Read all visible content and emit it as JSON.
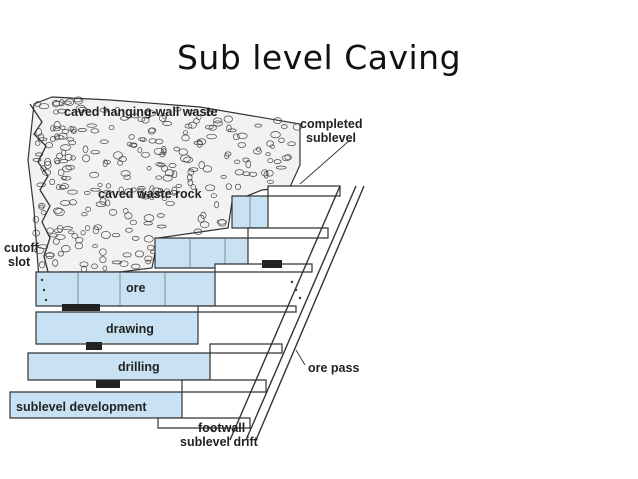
{
  "title": "Sub level Caving",
  "labels": {
    "caved_hanging_wall_waste": "caved hanging-wall waste",
    "completed_sublevel_line1": "completed",
    "completed_sublevel_line2": "sublevel",
    "caved_waste_rock": "caved waste rock",
    "cutoff_slot_line1": "cutoff",
    "cutoff_slot_line2": "slot",
    "ore": "ore",
    "drawing": "drawing",
    "drilling": "drilling",
    "ore_pass": "ore pass",
    "sublevel_development": "sublevel development",
    "footwall_sublevel_drift_line1": "footwall",
    "footwall_sublevel_drift_line2": "sublevel drift"
  },
  "colors": {
    "ore_fill": "#c8e2f3",
    "outline": "#333333",
    "rock_fill": "#f2f2f2"
  }
}
